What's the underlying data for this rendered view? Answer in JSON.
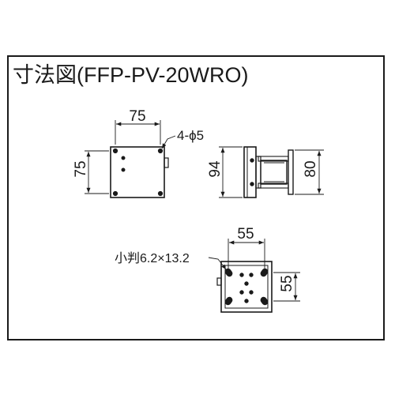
{
  "title": "寸法図(FFP-PV-20WRO)",
  "dimensions": {
    "top_width": "75",
    "top_height": "75",
    "holes": "4-ϕ5",
    "side_height": "94",
    "bracket_height": "80",
    "bottom_width": "55",
    "bottom_height": "55",
    "slot": "小判6.2×13.2"
  }
}
